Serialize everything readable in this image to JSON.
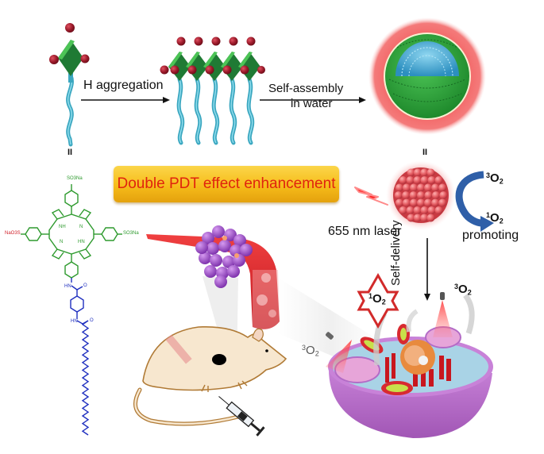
{
  "figure": {
    "title": "Porphyrin-based self-assembled nanoparticle for double PDT effect enhancement"
  },
  "labels": {
    "h_aggregation": "H aggregation",
    "self_assembly_line1": "Self-assembly",
    "self_assembly_line2": "in water",
    "equals_left": "II",
    "equals_right": "II",
    "banner": "Double PDT effect enhancement",
    "laser": "655 nm laser",
    "promoting": "promoting",
    "self_delivery": "Self-delivery"
  },
  "oxygen": {
    "triplet_top": {
      "sup": "3",
      "base": "O",
      "sub": "2"
    },
    "singlet_right": {
      "sup": "1",
      "base": "O",
      "sub": "2"
    },
    "singlet_star": {
      "sup": "1",
      "base": "O",
      "sub": "2"
    },
    "triplet_cell_right": {
      "sup": "3",
      "base": "O",
      "sub": "2"
    },
    "triplet_cell_left": {
      "sup": "3",
      "base": "O",
      "sub": "2"
    }
  },
  "molecule": {
    "sulfonate_top": "SO3Na",
    "sulfonate_left": "NaO3S",
    "sulfonate_right": "SO3Na",
    "nh_upper": "NH",
    "n_upper": "N",
    "n_lower": "N",
    "hn_lower": "HN",
    "amide1_nh": "HN",
    "amide1_o": "O",
    "amide2_nh": "HN",
    "amide2_o": "O"
  },
  "colors": {
    "porphyrin_green": "#2e9a2e",
    "linker_blue": "#1f2fbf",
    "sodium_red": "#d0202a",
    "banner_text": "#e0230e",
    "banner_fill": "#f6bc1a",
    "curved_arrow_blue": "#2f5fa8",
    "nanoparticle_red": "#e8545a",
    "shell_pink": "#f27a7a",
    "shell_green": "#2fae3c",
    "core_blue": "#3fa9d6",
    "cell_purple": "#b36bc6",
    "cell_blue": "#9fcde4",
    "mouse_fill": "#f7e7cf",
    "mouse_outline": "#b07a35",
    "tumor_purple": "#9b4fc5"
  }
}
